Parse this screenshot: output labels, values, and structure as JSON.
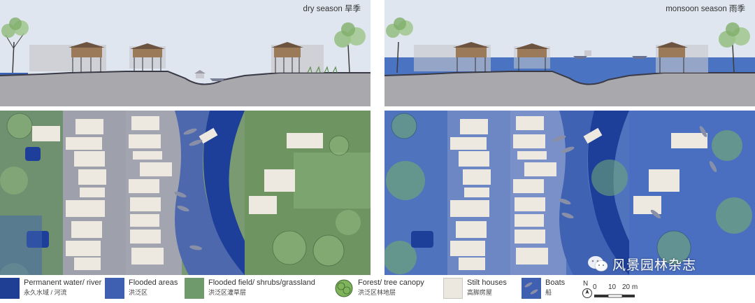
{
  "panels": {
    "dry": {
      "label": "dry season 旱季"
    },
    "monsoon": {
      "label": "monsoon season 雨季"
    }
  },
  "legend": {
    "water": {
      "en": "Permanent water/ river",
      "zh": "永久水域 / 河流",
      "color": "#1f3f94"
    },
    "flooded": {
      "en": "Flooded areas",
      "zh": "洪泛区",
      "color": "#3f5fb0"
    },
    "field": {
      "en": "Flooded field/ shrubs/grassland",
      "zh": "洪泛区灌草层",
      "color": "#6f9a6c"
    },
    "forest": {
      "en": "Forest/ tree canopy",
      "zh": "洪泛区林地层",
      "color": "#7fb35c"
    },
    "stilt": {
      "en": "Stilt houses",
      "zh": "高脚房屋",
      "color": "#ece8e0"
    },
    "boats": {
      "en": "Boats",
      "zh": "船",
      "color": "#8a8fa8"
    }
  },
  "scale": {
    "north": "N",
    "ticks": [
      "0",
      "10",
      "20 m"
    ]
  },
  "watermark": {
    "text": "风景园林杂志"
  }
}
